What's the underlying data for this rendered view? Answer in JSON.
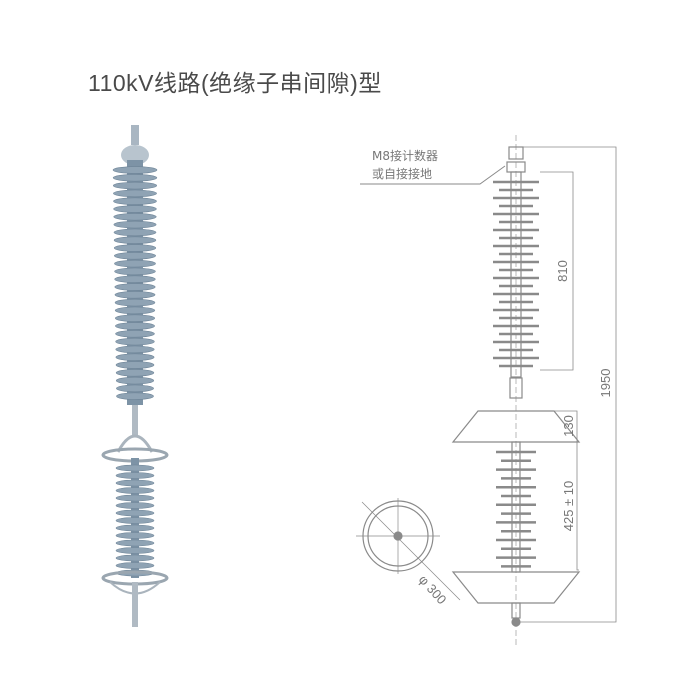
{
  "title": "110kV线路(绝缘子串间隙)型",
  "drawing": {
    "label_line1": "M8接计数器",
    "label_line2": "或自接接地",
    "dim_upper": "810",
    "dim_total": "1950",
    "dim_ring": "130",
    "dim_lower": "425 ± 10",
    "dim_diameter": "φ 300"
  },
  "colors": {
    "insulator": "#8fa3b4",
    "line": "#8a8a8a"
  }
}
